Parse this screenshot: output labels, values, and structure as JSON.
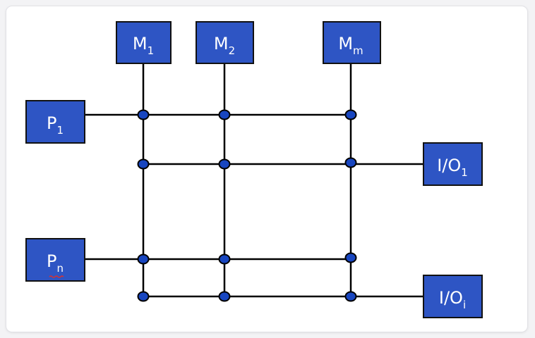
{
  "diagram": {
    "memories": [
      {
        "main": "M",
        "sub": "1"
      },
      {
        "main": "M",
        "sub": "2"
      },
      {
        "main": "M",
        "sub": "m"
      }
    ],
    "processors": [
      {
        "main": "P",
        "sub": "1"
      },
      {
        "main": "P",
        "sub": "n"
      }
    ],
    "io": [
      {
        "main": "I/O",
        "sub": "1"
      },
      {
        "main": "I/O",
        "sub": "i"
      }
    ]
  },
  "colors": {
    "box_fill": "#2e55c4",
    "node_fill": "#1846c0",
    "wire": "#000000",
    "text": "#ffffff"
  }
}
